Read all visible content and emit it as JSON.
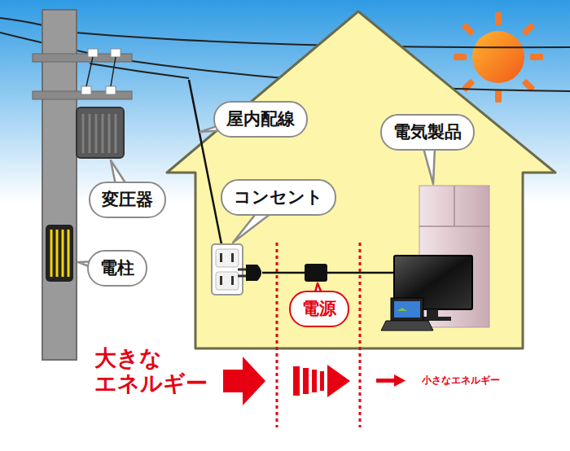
{
  "diagram": {
    "nodes": [
      {
        "text": [
          "屋内配線"
        ]
      },
      {
        "text": [
          "電気製品"
        ]
      },
      {
        "text": [
          "コンセント"
        ]
      },
      {
        "text": [
          "変圧器"
        ]
      },
      {
        "text": [
          "電柱"
        ]
      },
      {
        "text": [
          "電源"
        ]
      }
    ],
    "labels": [
      "大きな エネルギー",
      "小さなエネルギー"
    ]
  }
}
